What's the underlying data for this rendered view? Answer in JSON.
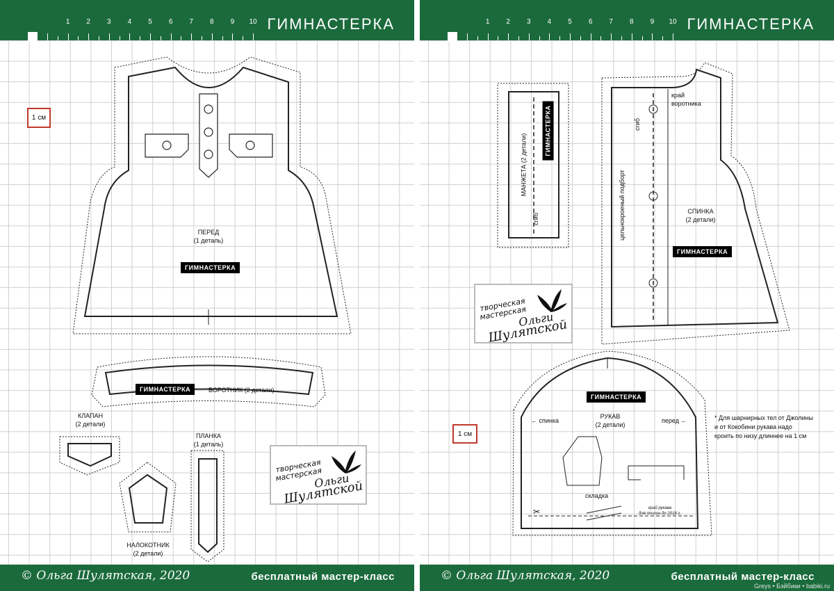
{
  "header": {
    "title": "ГИМНАСТЕРКА",
    "ruler_numbers": [
      "1",
      "2",
      "3",
      "4",
      "5",
      "6",
      "7",
      "8",
      "9",
      "10"
    ]
  },
  "footer": {
    "signature": "© Ольга Шулятская, 2020",
    "text": "бесплатный мастер-класс",
    "watermark": "Greys • Бэйбики • babiki.ru"
  },
  "scale_label": "1 см",
  "brand_tag": "ГИМНАСТЕРКА",
  "logo": {
    "line1": "творческая",
    "line2": "мастерская",
    "script1": "Ольги",
    "script2": "Шулятской"
  },
  "left_page": {
    "front": {
      "name": "ПЕРЕД",
      "count": "(1 деталь)"
    },
    "collar": {
      "label": "ВОРОТНИК (2 детали)"
    },
    "flap": {
      "name": "КЛАПАН",
      "count": "(2 детали)"
    },
    "placket": {
      "name": "ПЛАНКА",
      "count": "(1 деталь)"
    },
    "elbow": {
      "name": "НАЛОКОТНИК",
      "count": "(2 детали)"
    }
  },
  "right_page": {
    "cuff": {
      "label": "МАНЖЕТА (2 детали)",
      "fold": "сгиб"
    },
    "back": {
      "name": "СПИНКА",
      "count": "(2 детали)",
      "collar_edge_1": "край",
      "collar_edge_2": "воротника",
      "fold": "сгиб",
      "facing": "цельнокроеный подборт"
    },
    "sleeve": {
      "name": "РУКАВ",
      "count": "(2 детали)",
      "back_arrow": "← спинка",
      "front_arrow": "перед ←",
      "pleat": "складка",
      "edge_1": "край рукава",
      "edge_2": "для пполон до 2018 г."
    },
    "note": [
      "* Для шарнирных тел от Джолины",
      "и от Кокобини рукава надо",
      "кроить по низу длиннее на 1 см"
    ]
  }
}
